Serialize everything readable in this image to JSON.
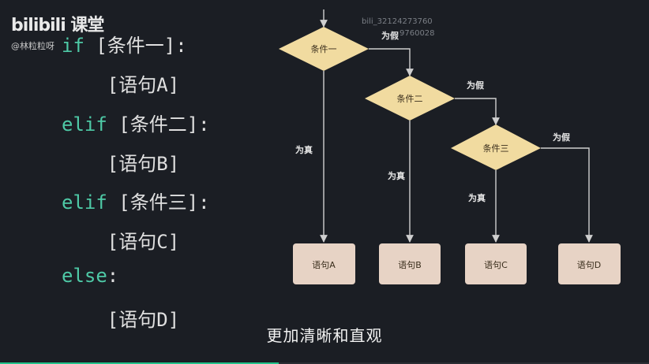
{
  "brand": {
    "logo_text": "bilibili 课堂",
    "author": "@林粒粒呀"
  },
  "watermark": {
    "line1": "bili_32124273760",
    "line2": "9760028"
  },
  "code": {
    "lines": [
      {
        "kw": "if",
        "rest": " [条件一]:"
      },
      {
        "kw": "",
        "rest": "    [语句A]"
      },
      {
        "kw": "elif",
        "rest": " [条件二]:"
      },
      {
        "kw": "",
        "rest": "    [语句B]"
      },
      {
        "kw": "elif",
        "rest": " [条件三]:"
      },
      {
        "kw": "",
        "rest": "    [语句C]"
      },
      {
        "kw": "else",
        "rest": ":"
      },
      {
        "kw": "",
        "rest": "    [语句D]"
      }
    ]
  },
  "flowchart": {
    "conditions": [
      "条件一",
      "条件二",
      "条件三"
    ],
    "true_label": "为真",
    "false_label": "为假",
    "statements": [
      "语句A",
      "语句B",
      "语句C",
      "语句D"
    ]
  },
  "subtitle": "更加清晰和直观",
  "colors": {
    "background": "#1b1e24",
    "keyword": "#4ec9a6",
    "diamond": "#f1dba0",
    "box": "#e7d3c5",
    "line": "#cfcfcf",
    "progress": "#22c28a"
  },
  "progress": 0.43
}
